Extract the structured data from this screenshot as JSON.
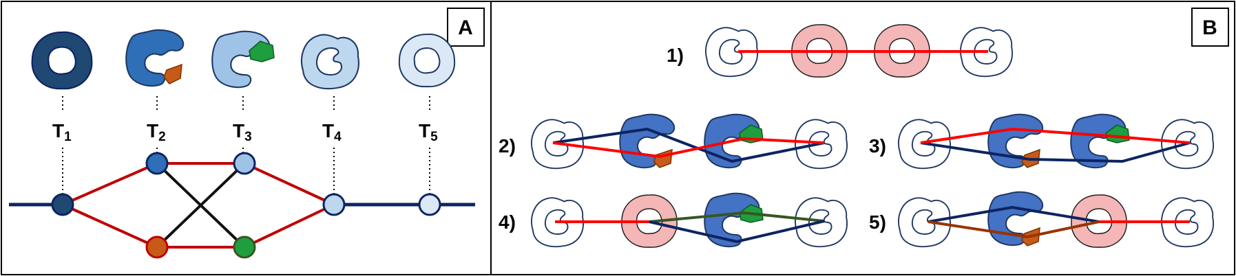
{
  "panels": {
    "a": {
      "label": "A"
    },
    "b": {
      "label": "B"
    }
  },
  "timepoints": [
    {
      "main": "T",
      "sub": "1",
      "color": "#1f4873"
    },
    {
      "main": "T",
      "sub": "2",
      "color": "#2e6fb7"
    },
    {
      "main": "T",
      "sub": "3",
      "color": "#9ec3e7"
    },
    {
      "main": "T",
      "sub": "4",
      "color": "#bdd7ee"
    },
    {
      "main": "T",
      "sub": "5",
      "color": "#dbe8f6"
    }
  ],
  "fragments": {
    "orange": "#c75a16",
    "green": "#1e9e3e"
  },
  "edges": {
    "red": "#c00000",
    "black": "#111111",
    "navy": "#0d2461",
    "bright_red": "#ff0000",
    "olive": "#375623",
    "brown": "#993300"
  },
  "options": [
    {
      "label": "1)"
    },
    {
      "label": "2)"
    },
    {
      "label": "3)"
    },
    {
      "label": "4)"
    },
    {
      "label": "5)"
    }
  ],
  "colors": {
    "cell_white": "#ffffff",
    "cell_pink": "#f4b6b6",
    "cell_blue": "#4472c4",
    "outline": "#1f3864"
  }
}
